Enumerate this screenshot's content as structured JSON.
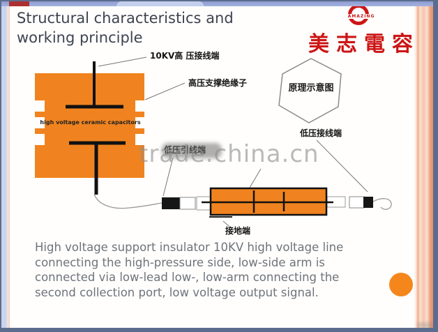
{
  "slide": {
    "title_lines": [
      "Structural characteristics and",
      "working principle"
    ]
  },
  "brand": {
    "logo_text": "AMAZING",
    "name_chinese": "美志電容"
  },
  "diagram": {
    "hexagon_label": "原理示意图",
    "capacitor_body_label": "high voltage ceramic capacitors",
    "labels": {
      "hv_terminal": "10KV高 压接线端",
      "hv_insulator": "高压支撑绝缘子",
      "lv_lead": "低压引线端",
      "lv_terminal": "低压接线端",
      "ground": "接地端"
    }
  },
  "watermark": {
    "text": "trade.china.cn"
  },
  "body": {
    "lines": [
      "High voltage support insulator 10KV high voltage line",
      "connecting the high-pressure side, low-side arm is",
      "connected via low-lead low-, low-arm connecting the",
      "second collection port, low voltage output signal."
    ]
  },
  "colors": {
    "accent_orange": "#f0831f",
    "brand_red": "#cc1515",
    "frame_slate": "#5c6c8d",
    "top_bar_blue": "#98a8d8",
    "title_gray": "#3e4350",
    "paragraph_gray": "#6e737b"
  }
}
